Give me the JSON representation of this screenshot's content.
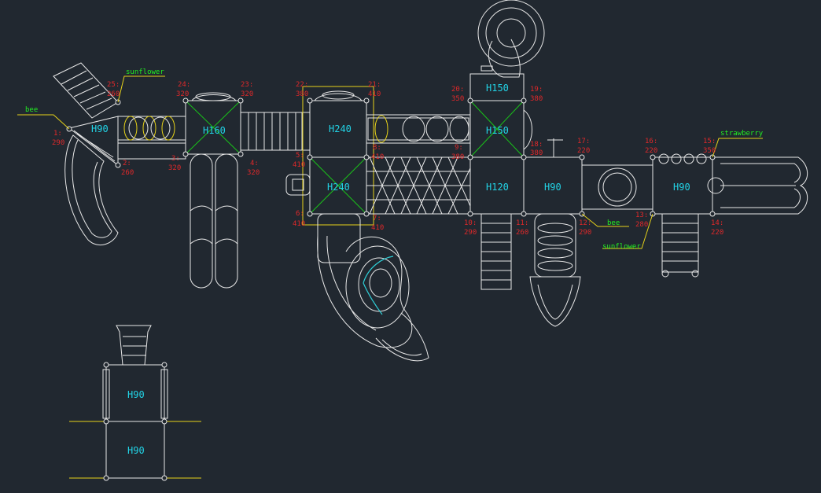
{
  "decks": [
    {
      "id": "d1",
      "label": "H90"
    },
    {
      "id": "d2",
      "label": "H160"
    },
    {
      "id": "d3",
      "label": "H240"
    },
    {
      "id": "d4",
      "label": "H240"
    },
    {
      "id": "d5",
      "label": "H150"
    },
    {
      "id": "d6",
      "label": "H150"
    },
    {
      "id": "d7",
      "label": "H120"
    },
    {
      "id": "d8",
      "label": "H90"
    },
    {
      "id": "d9",
      "label": "H90"
    },
    {
      "id": "d10",
      "label": "H90"
    },
    {
      "id": "d11",
      "label": "H90"
    }
  ],
  "posts": [
    {
      "id": "p1",
      "num": "1:",
      "height": "290"
    },
    {
      "id": "p2",
      "num": "2:",
      "height": "260"
    },
    {
      "id": "p3",
      "num": "3:",
      "height": "320"
    },
    {
      "id": "p4",
      "num": "4:",
      "height": "320"
    },
    {
      "id": "p5",
      "num": "5:",
      "height": "410"
    },
    {
      "id": "p6",
      "num": "6:",
      "height": "410"
    },
    {
      "id": "p7",
      "num": "7:",
      "height": "410"
    },
    {
      "id": "p8",
      "num": "8:",
      "height": "410"
    },
    {
      "id": "p9",
      "num": "9:",
      "height": "380"
    },
    {
      "id": "p10",
      "num": "10:",
      "height": "290"
    },
    {
      "id": "p11",
      "num": "11:",
      "height": "260"
    },
    {
      "id": "p12",
      "num": "12:",
      "height": "290"
    },
    {
      "id": "p13",
      "num": "13:",
      "height": "280"
    },
    {
      "id": "p14",
      "num": "14:",
      "height": "220"
    },
    {
      "id": "p15",
      "num": "15:",
      "height": "350"
    },
    {
      "id": "p16",
      "num": "16:",
      "height": "220"
    },
    {
      "id": "p17",
      "num": "17:",
      "height": "220"
    },
    {
      "id": "p18",
      "num": "18:",
      "height": "380"
    },
    {
      "id": "p19",
      "num": "19:",
      "height": "380"
    },
    {
      "id": "p20",
      "num": "20:",
      "height": "350"
    },
    {
      "id": "p21",
      "num": "21:",
      "height": "410"
    },
    {
      "id": "p22",
      "num": "22:",
      "height": "380"
    },
    {
      "id": "p23",
      "num": "23:",
      "height": "320"
    },
    {
      "id": "p24",
      "num": "24:",
      "height": "320"
    },
    {
      "id": "p25",
      "num": "25:",
      "height": "260"
    }
  ],
  "notes": [
    {
      "id": "n1",
      "text": "bee"
    },
    {
      "id": "n2",
      "text": "sunflower"
    },
    {
      "id": "n3",
      "text": "strawberry"
    },
    {
      "id": "n4",
      "text": "bee"
    },
    {
      "id": "n5",
      "text": "sunflower"
    }
  ],
  "colors": {
    "background": "#212830",
    "lines": "#e8e8e8",
    "deck_labels": "#22d3e6",
    "post_labels": "#e0282a",
    "notes": "#22ee22"
  }
}
